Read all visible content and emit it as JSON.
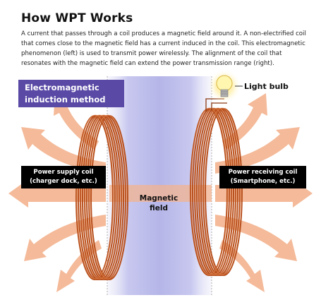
{
  "header": {
    "title": "How WPT Works",
    "description": "A current that  passes through a coil produces a magnetic field around it. A non-electrified coil that comes close to the magnetic field has a current induced in the coil. This electromagnetic phenomenon (left) is used to transmit power wirelessly. The alignment of the coil that resonates with the magnetic field can extend the power transmission range (right)."
  },
  "diagram": {
    "method_label_line1": "Electromagnetic",
    "method_label_line2": "induction method",
    "light_bulb_label": "Light bulb",
    "supply_coil_label_line1": "Power supply coil",
    "supply_coil_label_line2": "(charger dock, etc.)",
    "receiving_coil_label_line1": "Power receiving coil",
    "receiving_coil_label_line2": "(Smartphone, etc.)",
    "field_label_line1": "Magnetic",
    "field_label_line2": "field"
  },
  "colors": {
    "method_box": "#5a4aa6",
    "arrow": "#f3b38f",
    "coil": "#b8501e",
    "field_band": "#bcbcec",
    "label_bg": "#000000"
  }
}
